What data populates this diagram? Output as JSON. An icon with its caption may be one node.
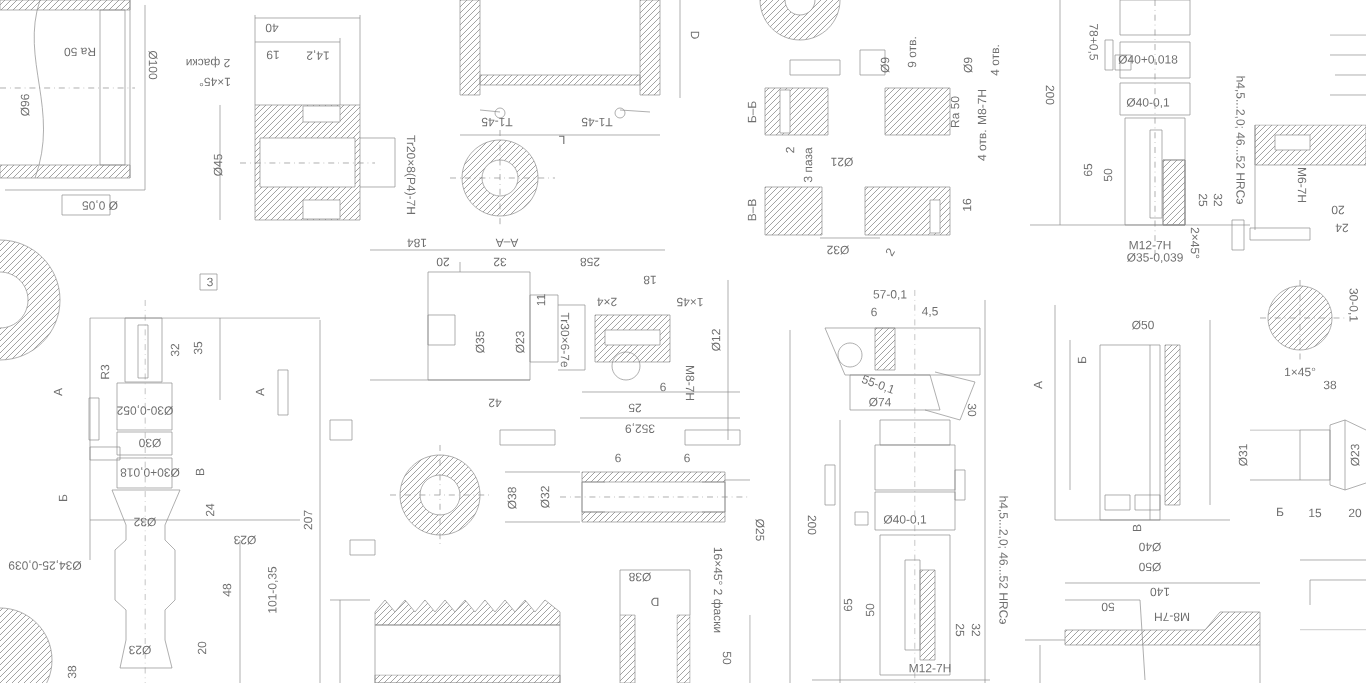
{
  "diagram": {
    "labels": [
      "Ra 50",
      "Ø96",
      "Ø100",
      "Ø 0,05",
      "40",
      "19",
      "14,2",
      "1×45°",
      "2 фаски",
      "Ø45",
      "Tr20×8(P4)-7H",
      "D",
      "T1-45",
      "T1-45",
      "L",
      "Б–Б",
      "В–В",
      "Ø9",
      "9 отв.",
      "Ø9",
      "4 отв.",
      "Ra 50",
      "4 отв. M8-7H",
      "2",
      "3 паза",
      "Ø21",
      "16",
      "Ø32",
      "2",
      "200",
      "78+0,5",
      "Ø40+0,018",
      "Ø40-0,1",
      "h4,5...2,0; 46...52 HRCэ",
      "65",
      "50",
      "25",
      "32",
      "M12-7H",
      "Ø35-0,039",
      "2×45°",
      "M6-7H",
      "20",
      "24",
      "3",
      "32",
      "35",
      "R3",
      "A",
      "A",
      "Ø30-0,052",
      "Ø30",
      "Ø30+0,018",
      "В",
      "Б",
      "24",
      "Ø32",
      "Ø23",
      "Ø34,25-0,039",
      "48",
      "101-0,35",
      "207",
      "Ø23",
      "20",
      "38",
      "184",
      "A–A",
      "20",
      "32",
      "258",
      "18",
      "11",
      "2×4",
      "1×45",
      "Ø35",
      "Ø23",
      "Tr30×6-7e",
      "Ø12",
      "M8-7H",
      "6",
      "25",
      "42",
      "352,9",
      "6",
      "6",
      "Ø38",
      "Ø32",
      "Ø25",
      "Ø38",
      "D",
      "16×45° 2 фаски",
      "50",
      "57-0,1",
      "6",
      "4,5",
      "55-0,1",
      "Ø74",
      "30",
      "200",
      "Ø40-0,1",
      "65",
      "50",
      "25",
      "32",
      "M12-7H",
      "h4,5...2,0; 46...52 HRCэ",
      "Ø50",
      "Б",
      "A",
      "В",
      "Ø40",
      "Ø50",
      "140",
      "50",
      "M8-7H",
      "30-0,1",
      "1×45°",
      "38",
      "Ø31",
      "Б",
      "15",
      "20",
      "Ø23"
    ]
  }
}
